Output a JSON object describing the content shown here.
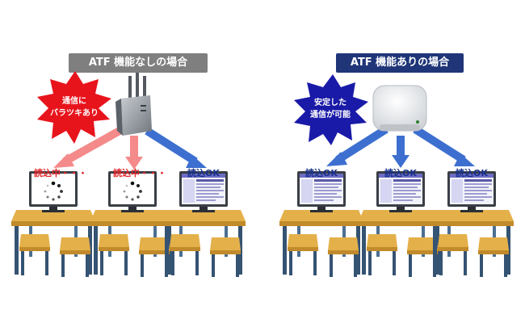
{
  "left": {
    "title": "ATF 機能なしの場合",
    "callout": [
      "通信に",
      "バラツキあり"
    ],
    "stations": [
      {
        "status": "読込中・・・",
        "state": "loading"
      },
      {
        "status": "読込中・・・",
        "state": "loading"
      },
      {
        "status": "読込OK",
        "state": "ok"
      }
    ]
  },
  "right": {
    "title": "ATF 機能ありの場合",
    "callout": [
      "安定した",
      "通信が可能"
    ],
    "stations": [
      {
        "status": "読込OK",
        "state": "ok"
      },
      {
        "status": "読込OK",
        "state": "ok"
      },
      {
        "status": "読込OK",
        "state": "ok"
      }
    ]
  },
  "colors": {
    "bad": "#e2262a",
    "good": "#17308c",
    "arrow_bad": "#f48a8a",
    "arrow_good": "#3d6fd0"
  }
}
